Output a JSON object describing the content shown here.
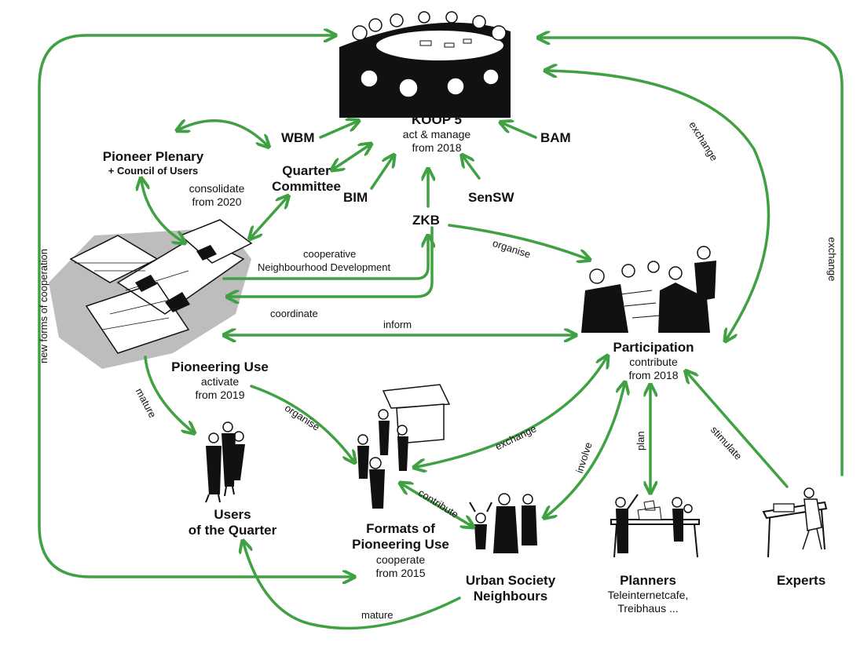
{
  "colors": {
    "arrow": "#3fa142",
    "ink": "#111111",
    "fill": "#1a1a1a",
    "plan_shadow": "#bdbdbd"
  },
  "nodes": {
    "koop5": {
      "title": "KOOP 5",
      "l1": "act & manage",
      "l2": "from 2018"
    },
    "pioneer_plenary": {
      "title": "Pioneer Plenary",
      "sub": "+ Council of Users"
    },
    "quarter_committee": {
      "l1": "Quarter",
      "l2": "Committee"
    },
    "consolidate": {
      "l1": "consolidate",
      "l2": "from 2020"
    },
    "pioneering_use": {
      "title": "Pioneering Use",
      "l1": "activate",
      "l2": "from 2019"
    },
    "participation": {
      "title": "Participation",
      "l1": "contribute",
      "l2": "from 2018"
    },
    "users": {
      "l1": "Users",
      "l2": "of the Quarter"
    },
    "formats": {
      "l1": "Formats of",
      "l2": "Pioneering Use",
      "l3": "cooperate",
      "l4": "from 2015"
    },
    "urban_society": {
      "l1": "Urban Society",
      "l2": "Neighbours"
    },
    "planners": {
      "title": "Planners",
      "l1": "Teleinternetcafe,",
      "l2": "Treibhaus ..."
    },
    "experts": {
      "title": "Experts"
    }
  },
  "actors": {
    "wbm": "WBM",
    "bam": "BAM",
    "bim": "BIM",
    "sensw": "SenSW",
    "zkb": "ZKB"
  },
  "edges": {
    "cooperative_1": "cooperative",
    "cooperative_2": "Neighbourhood Development",
    "coordinate": "coordinate",
    "inform": "inform",
    "organise_zkb": "organise",
    "organise_pu": "organise",
    "mature_left": "mature",
    "mature_bottom": "mature",
    "exchange_right_top": "exchange",
    "exchange_far_right": "exchange",
    "exchange_formats": "exchange",
    "involve": "involve",
    "plan": "plan",
    "stimulate": "stimulate",
    "contribute": "contribute",
    "new_forms": "new forms of cooperation"
  }
}
